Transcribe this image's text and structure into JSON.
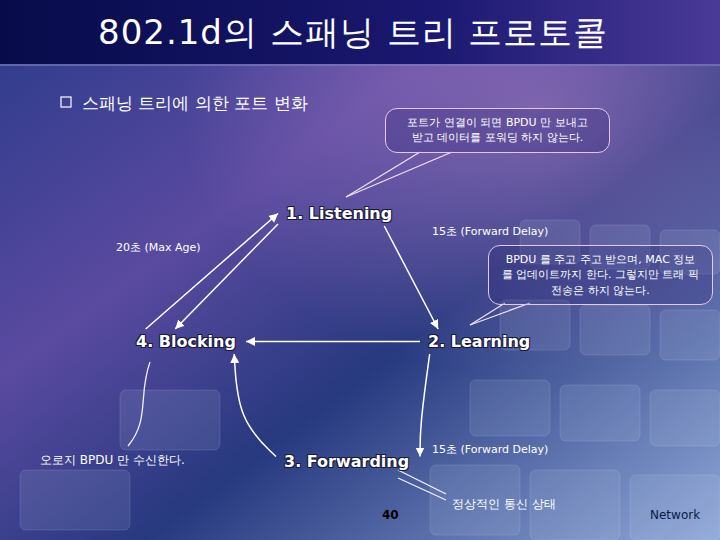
{
  "diagram": {
    "title": "802.1d의 스패닝 트리 프로토콜",
    "nodes": [
      {
        "text": [
          "포트가 연결이 되면 BPDU 만 보내고 받고 데이터를 포워딩 하지 않는다."
        ]
      },
      {
        "text": [
          "1. Listening"
        ]
      },
      {
        "text": [
          "BPDU 를 주고 주고 받으며, MAC 정보 를 업데이트까지 한다. 그렇지만 트래 픽 전송은 하지 않는다."
        ]
      },
      {
        "text": [
          "4. Blocking"
        ]
      },
      {
        "text": [
          "2. Learning"
        ]
      },
      {
        "text": [
          "3. Forwarding"
        ]
      }
    ],
    "edges": [
      {
        "from": 1,
        "to": 4,
        "arrow": "to",
        "label": "15초 (Forward Delay)"
      },
      {
        "from": 3,
        "to": 1,
        "arrow": "to",
        "label": "20초 (Max Age)"
      },
      {
        "from": 1,
        "to": 3,
        "arrow": "to"
      },
      {
        "from": 4,
        "to": 3,
        "arrow": "to"
      },
      {
        "from": 4,
        "to": 5,
        "arrow": "to",
        "label": "15초 (Forward Delay)"
      },
      {
        "from": 5,
        "to": 3,
        "arrow": "to"
      }
    ],
    "labels": [
      "스패닝 트리에 의한 포트 변화",
      "오로지 BPDU 만 수신한다.",
      "정상적인 통신 상태",
      "40",
      "Network"
    ]
  }
}
